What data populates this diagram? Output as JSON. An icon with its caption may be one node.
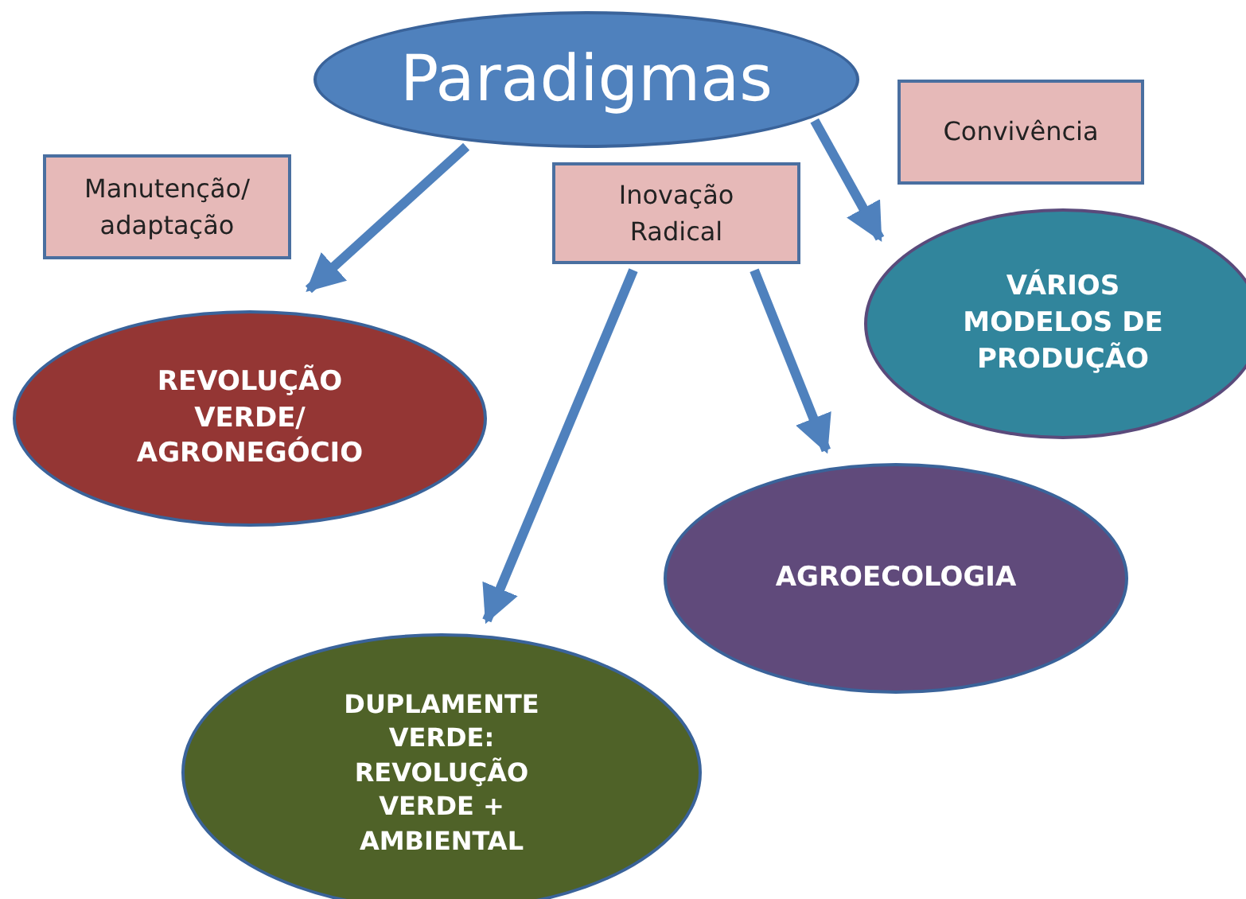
{
  "diagram": {
    "nodes": [
      {
        "text": [
          "Paradigmas"
        ]
      },
      {
        "text": [
          "Manutenção/ adaptação"
        ]
      },
      {
        "text": [
          "Inovação Radical"
        ]
      },
      {
        "text": [
          "Convivência"
        ]
      },
      {
        "text": [
          "REVOLUÇÃO VERDE/ AGRONEGÓCIO"
        ]
      },
      {
        "text": [
          "VÁRIOS MODELOS DE PRODUÇÃO"
        ]
      },
      {
        "text": [
          "AGROECOLOGIA"
        ]
      },
      {
        "text": [
          "DUPLAMENTE VERDE: REVOLUÇÃO VERDE + AMBIENTAL"
        ]
      }
    ],
    "edges": [
      {
        "from": 0,
        "to": 4,
        "arrow": "to"
      },
      {
        "from": 0,
        "to": 5,
        "arrow": "to"
      },
      {
        "from": 2,
        "to": 7,
        "arrow": "to"
      },
      {
        "from": 2,
        "to": 6,
        "arrow": "to"
      }
    ]
  }
}
